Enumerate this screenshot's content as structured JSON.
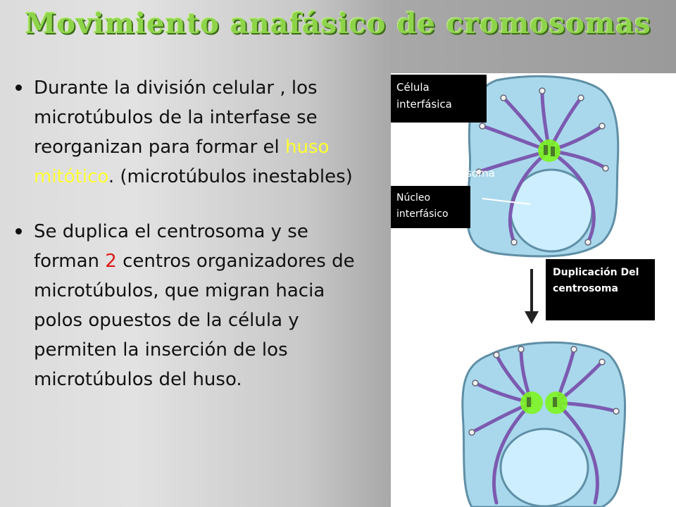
{
  "slide": {
    "title": "Movimiento anafásico de cromosomas",
    "bullets": [
      {
        "before": "Durante la división celular , los microtúbulos de la interfase se reorganizan para formar el ",
        "highlight": "huso mitótico",
        "after": ". (microtúbulos inestables)"
      },
      {
        "before": "Se duplica el centrosoma  y se forman  ",
        "highlight": "2",
        "after": " centros organizadores de microtúbulos, que migran hacia polos opuestos de la célula y permiten la inserción de los microtúbulos del huso."
      }
    ]
  },
  "diagram": {
    "labels": {
      "celula": "Célula interfásica",
      "centrosoma_partial": "rosoma",
      "nucleo": "Núcleo interfásico",
      "duplicacion": "Duplicación Del centrosoma"
    }
  },
  "colors": {
    "title": "#8ed44b",
    "highlight_yellow": "#ffff33",
    "highlight_red": "#e01515",
    "cytoplasm": "#a9d8ec",
    "nucleus": "#cdeefe",
    "microtubule": "#7c5ab0",
    "centrosome": "#7cf520"
  }
}
